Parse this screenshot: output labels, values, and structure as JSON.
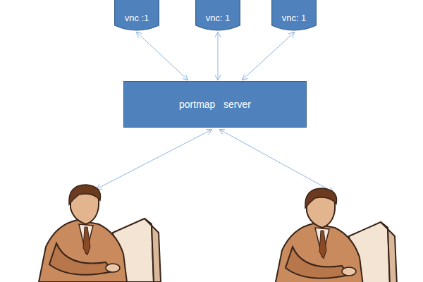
{
  "diagram": {
    "nodes": [
      {
        "text": [
          "vnc :1"
        ]
      },
      {
        "text": [
          "vnc: 1"
        ]
      },
      {
        "text": [
          "vnc: 1"
        ]
      },
      {
        "text": [
          "portmap   server"
        ]
      }
    ],
    "edges": [
      {
        "from": 0,
        "to": 3,
        "arrow": "both"
      },
      {
        "from": 1,
        "to": 3,
        "arrow": "both"
      },
      {
        "from": 2,
        "to": 3,
        "arrow": "both"
      }
    ]
  }
}
